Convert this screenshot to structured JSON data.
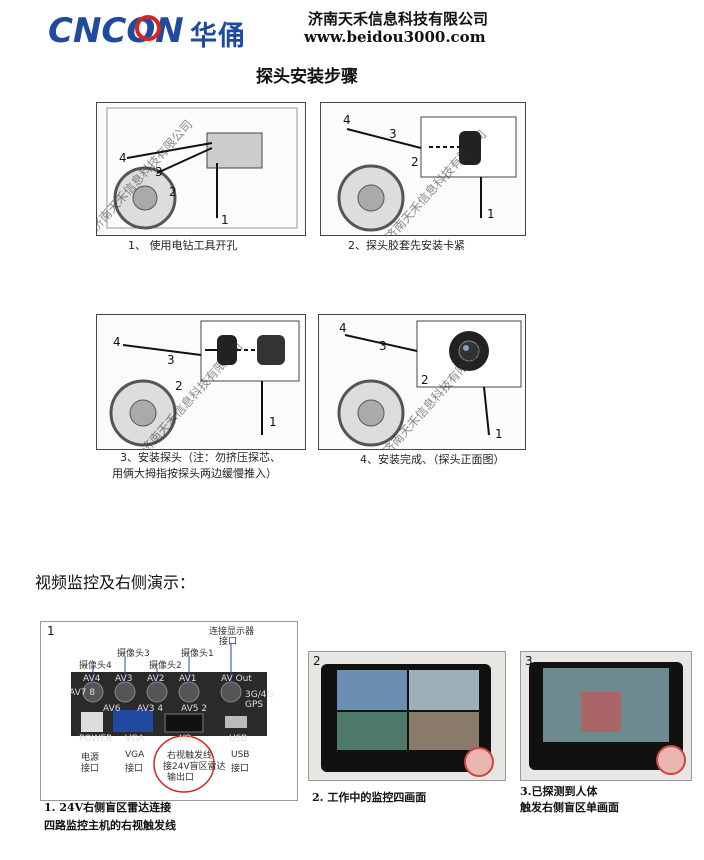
{
  "header": {
    "logo_en": "CNCON",
    "logo_cn": "华俑",
    "company": "济南天禾信息科技有限公司",
    "website": "www.beidou3000.com"
  },
  "install": {
    "title": "探头安装步骤",
    "watermark": "济南天禾信息科技有限公司",
    "steps": [
      {
        "caption": "1、 使用电钻工具开孔",
        "nums": [
          "4",
          "3",
          "2",
          "1"
        ]
      },
      {
        "caption": "2、探头胶套先安装卡紧",
        "nums": [
          "4",
          "3",
          "2",
          "1"
        ]
      },
      {
        "caption_line1": "3、安装探头（注：勿挤压探芯、",
        "caption_line2": "用俩大拇指按探头两边缓慢推入）",
        "nums": [
          "4",
          "3",
          "2",
          "1"
        ]
      },
      {
        "caption": "4、安装完成、（探头正面图）",
        "nums": [
          "4",
          "3",
          "2",
          "1"
        ]
      }
    ]
  },
  "video": {
    "title": "视频监控及右侧演示：",
    "dvr": {
      "num": "1",
      "connect_display": "连接显示器",
      "connect_display2": "接口",
      "cams": [
        "摄像头4",
        "摄像头3",
        "摄像头2",
        "摄像头1"
      ],
      "ports_top": [
        "AV4",
        "AV3",
        "AV2",
        "AV1",
        "AV Out"
      ],
      "power": "POWER",
      "vga": "VGA",
      "io": "I/O",
      "usb": "USB",
      "gps": "GPS",
      "g3": "3G/4G",
      "av6": "AV6",
      "av7": "AV7 8",
      "av5": "AV5 2",
      "av34": "AV3 4",
      "power_cn1": "电源",
      "power_cn2": "接口",
      "vga_cn1": "VGA",
      "vga_cn2": "接口",
      "trig1": "右视触发线",
      "trig2": "接24V盲区雷达",
      "trig3": "输出口",
      "usb_cn1": "USB",
      "usb_cn2": "接口",
      "cap1": "1.  24V右侧盲区雷达连接",
      "cap2": "四路监控主机的右视触发线"
    },
    "photo2": {
      "num": "2",
      "caption": "2. 工作中的监控四画面"
    },
    "photo3": {
      "num": "3",
      "caption1": "3.已探测到人体",
      "caption2": "触发右侧盲区单画面"
    }
  },
  "colors": {
    "brand_blue": "#1f4aa0",
    "brand_red": "#d7261e"
  }
}
